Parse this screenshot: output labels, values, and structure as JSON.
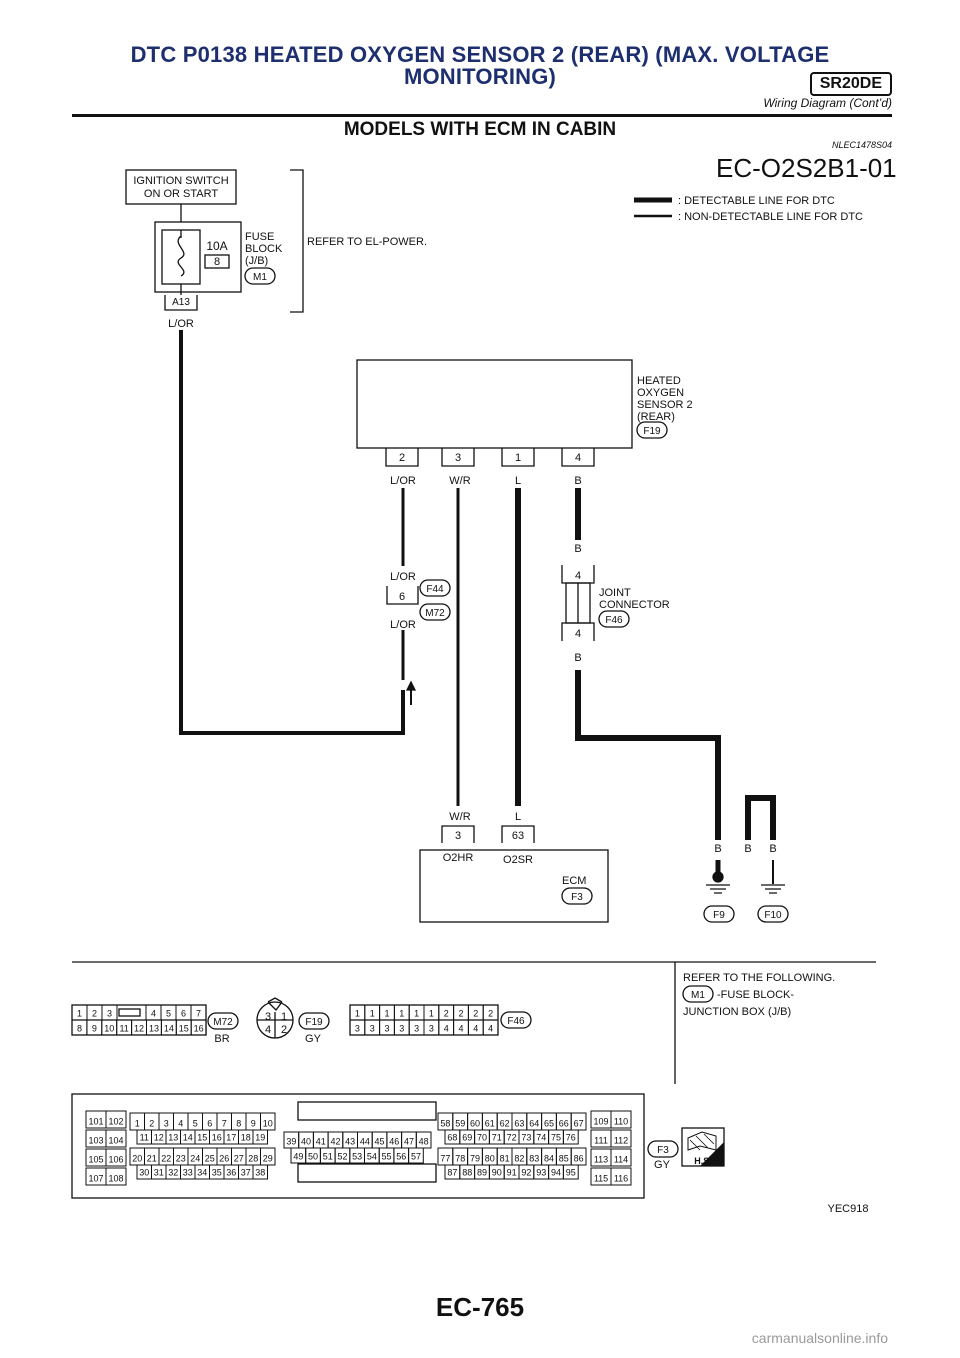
{
  "header": {
    "title": "DTC P0138 HEATED OXYGEN SENSOR 2 (REAR) (MAX. VOLTAGE MONITORING)",
    "engine": "SR20DE",
    "subtitle": "Wiring Diagram (Cont’d)"
  },
  "section": {
    "title": "MODELS WITH ECM IN CABIN",
    "code": "NLEC1478S04",
    "diagram_id": "EC-O2S2B1-01"
  },
  "legend": {
    "detectable": ": DETECTABLE LINE FOR DTC",
    "non_detectable": ": NON-DETECTABLE LINE FOR DTC"
  },
  "ignition": {
    "line1": "IGNITION SWITCH",
    "line2": "ON OR START"
  },
  "fuse_block": {
    "amp": "10A",
    "number": "8",
    "pin": "A13",
    "label1": "FUSE",
    "label2": "BLOCK",
    "label3": "(J/B)",
    "connector": "M1",
    "refer": "REFER TO EL-POWER."
  },
  "wires": {
    "lor": "L/OR",
    "wr": "W/R",
    "l": "L",
    "b": "B"
  },
  "sensor": {
    "l1": "HEATED",
    "l2": "OXYGEN",
    "l3": "SENSOR 2",
    "l4": "(REAR)",
    "connector": "F19",
    "pins": [
      "2",
      "3",
      "1",
      "4"
    ]
  },
  "harness": {
    "pin": "6",
    "conn1": "F44",
    "conn2": "M72"
  },
  "joint": {
    "pin_top": "4",
    "pin_bottom": "4",
    "l1": "JOINT",
    "l2": "CONNECTOR",
    "connector": "F46"
  },
  "ecm": {
    "pin1": "3",
    "pin2": "63",
    "sig1": "O2HR",
    "sig2": "O2SR",
    "label": "ECM",
    "connector": "F3",
    "grounds": [
      "F9",
      "F10"
    ]
  },
  "refer_following": {
    "line1": "REFER TO THE FOLLOWING.",
    "m1": "M1",
    "fuse": "-FUSE BLOCK-",
    "jbox": "JUNCTION BOX (J/B)"
  },
  "connectors": {
    "m72": {
      "name": "M72",
      "color": "BR",
      "top": [
        "1",
        "2",
        "3",
        "4",
        "5",
        "6",
        "7"
      ],
      "bottom": [
        "8",
        "9",
        "10",
        "11",
        "12",
        "13",
        "14",
        "15",
        "16"
      ]
    },
    "f19": {
      "name": "F19",
      "color": "GY",
      "pins": [
        "3",
        "1",
        "4",
        "2"
      ]
    },
    "f46": {
      "name": "F46",
      "top": [
        "1",
        "1",
        "1",
        "1",
        "1",
        "1",
        "2",
        "2",
        "2",
        "2"
      ],
      "bottom": [
        "3",
        "3",
        "3",
        "3",
        "3",
        "3",
        "4",
        "4",
        "4",
        "4"
      ]
    },
    "f3": {
      "name": "F3",
      "color": "GY",
      "left_pairs": [
        [
          "101",
          "102"
        ],
        [
          "103",
          "104"
        ],
        [
          "105",
          "106"
        ],
        [
          "107",
          "108"
        ]
      ],
      "g1_row1": [
        "1",
        "2",
        "3",
        "4",
        "5",
        "6",
        "7",
        "8",
        "9",
        "10"
      ],
      "g1_row2": [
        "11",
        "12",
        "13",
        "14",
        "15",
        "16",
        "17",
        "18",
        "19"
      ],
      "g1_row3": [
        "20",
        "21",
        "22",
        "23",
        "24",
        "25",
        "26",
        "27",
        "28",
        "29"
      ],
      "g1_row4": [
        "30",
        "31",
        "32",
        "33",
        "34",
        "35",
        "36",
        "37",
        "38"
      ],
      "g2_row1": [
        "39",
        "40",
        "41",
        "42",
        "43",
        "44",
        "45",
        "46",
        "47",
        "48"
      ],
      "g2_row2": [
        "49",
        "50",
        "51",
        "52",
        "53",
        "54",
        "55",
        "56",
        "57"
      ],
      "g3_row1": [
        "58",
        "59",
        "60",
        "61",
        "62",
        "63",
        "64",
        "65",
        "66",
        "67"
      ],
      "g3_row2": [
        "68",
        "69",
        "70",
        "71",
        "72",
        "73",
        "74",
        "75",
        "76"
      ],
      "g3_row3": [
        "77",
        "78",
        "79",
        "80",
        "81",
        "82",
        "83",
        "84",
        "85",
        "86"
      ],
      "g3_row4": [
        "87",
        "88",
        "89",
        "90",
        "91",
        "92",
        "93",
        "94",
        "95"
      ],
      "right_pairs": [
        [
          "109",
          "110"
        ],
        [
          "111",
          "112"
        ],
        [
          "113",
          "114"
        ],
        [
          "115",
          "116"
        ]
      ]
    },
    "hs": "H.S."
  },
  "ref_code": "YEC918",
  "page_number": "EC-765",
  "watermark": "carmanualsonline.info"
}
